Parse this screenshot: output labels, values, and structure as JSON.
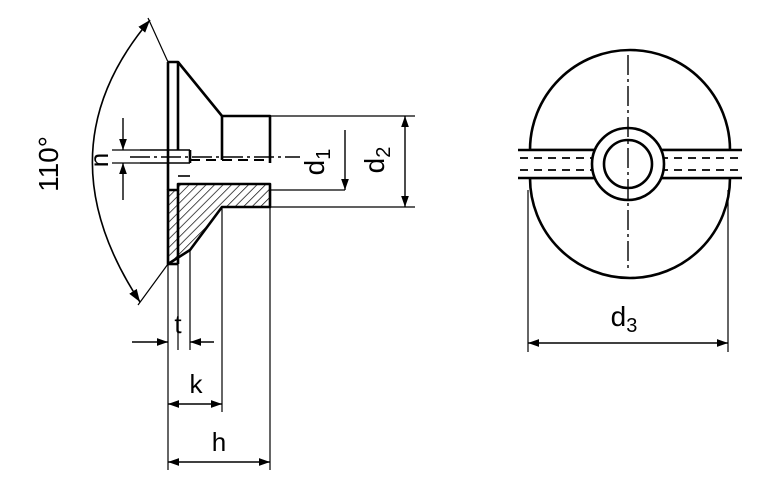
{
  "labels": {
    "angle": "110°",
    "n": "n",
    "d1": "d",
    "d1_sub": "1",
    "d2": "d",
    "d2_sub": "2",
    "d3": "d",
    "d3_sub": "3",
    "t": "t",
    "k": "k",
    "h": "h"
  },
  "colors": {
    "ink": "#000000",
    "paper": "#ffffff"
  }
}
